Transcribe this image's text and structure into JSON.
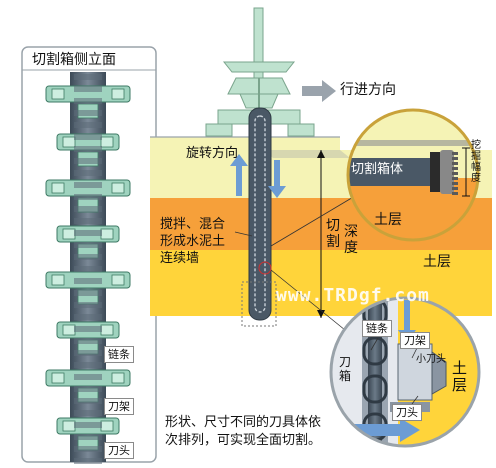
{
  "left_panel": {
    "title": "切割箱侧立面",
    "chain_label": "链条",
    "holder_label": "刀架",
    "bit_label": "刀头"
  },
  "main": {
    "direction_label": "行进方向",
    "rotation_label": "旋转方向",
    "mixing_note": [
      "搅拌、混合",
      "形成水泥土",
      "连续墙"
    ],
    "depth_label": [
      "切割",
      "深度"
    ],
    "soil_label": "土层",
    "watermark": "www.TRDgf.com",
    "caption": [
      "形状、尺寸不同的刀具体依",
      "次排列，可实现全面切割。"
    ]
  },
  "zoom_top": {
    "box_label": "切割箱体",
    "soil_label": "土层",
    "width_label": "挖掘幅度"
  },
  "zoom_bottom": {
    "box_label": "刀箱",
    "chain_label": "链条",
    "holder_label": "刀架",
    "small_bit_label": "小刀头",
    "bit_label": "刀头",
    "soil_label": "土层"
  },
  "colors": {
    "soil_light": "#f5f3b5",
    "soil_orange": "#f6a03a",
    "soil_yellow": "#ffd43a",
    "machine_green": "#bfe2cf",
    "chain_dark": "#4a5866",
    "arrow_blue": "#6c9cd4",
    "lens_border": "#c9a23a"
  }
}
